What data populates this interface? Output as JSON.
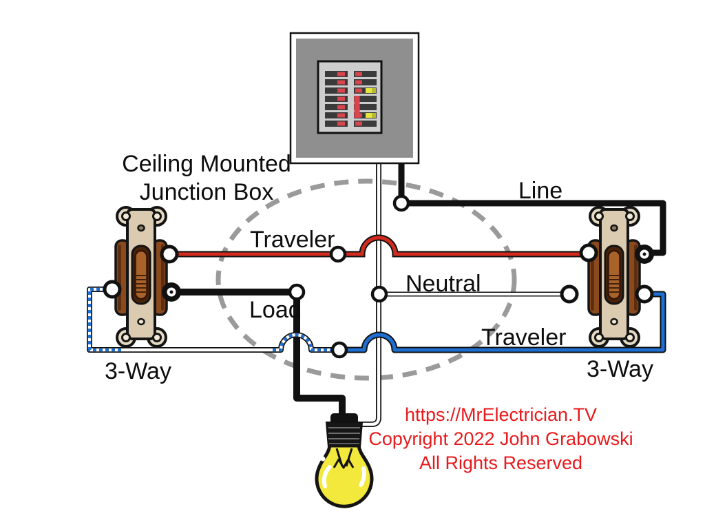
{
  "diagram": {
    "labels": {
      "junction_box_line1": "Ceiling Mounted",
      "junction_box_line2": "Junction Box",
      "line": "Line",
      "traveler_left": "Traveler",
      "neutral": "Neutral",
      "load": "Load",
      "traveler_right": "Traveler",
      "switch_left": "3-Way",
      "switch_right": "3-Way"
    },
    "watermark": {
      "line1": "https://MrElectrician.TV",
      "line2": "Copyright 2022 John Grabowski",
      "line3": "All Rights Reserved"
    },
    "colors": {
      "traveler_red_wire": "#d22b1e",
      "traveler_blue_wire": "#1e6fd2",
      "line_load_wire": "#111111",
      "neutral_wire": "#ffffff",
      "junction_box_dash": "#9a9a9a",
      "watermark_text": "#e8191c",
      "bulb_glass": "#f3e93c",
      "panel_gray": "#8f8f8f",
      "switch_body_tan": "#dbcbb1",
      "switch_bracket_brown": "#8a4a1e"
    },
    "components": {
      "breaker_panel": "electrical-service-panel",
      "junction_box": "ceiling-mounted-junction-box",
      "switch_left": "3-way-toggle-switch",
      "switch_right": "3-way-toggle-switch",
      "light": "incandescent-light-bulb"
    }
  }
}
